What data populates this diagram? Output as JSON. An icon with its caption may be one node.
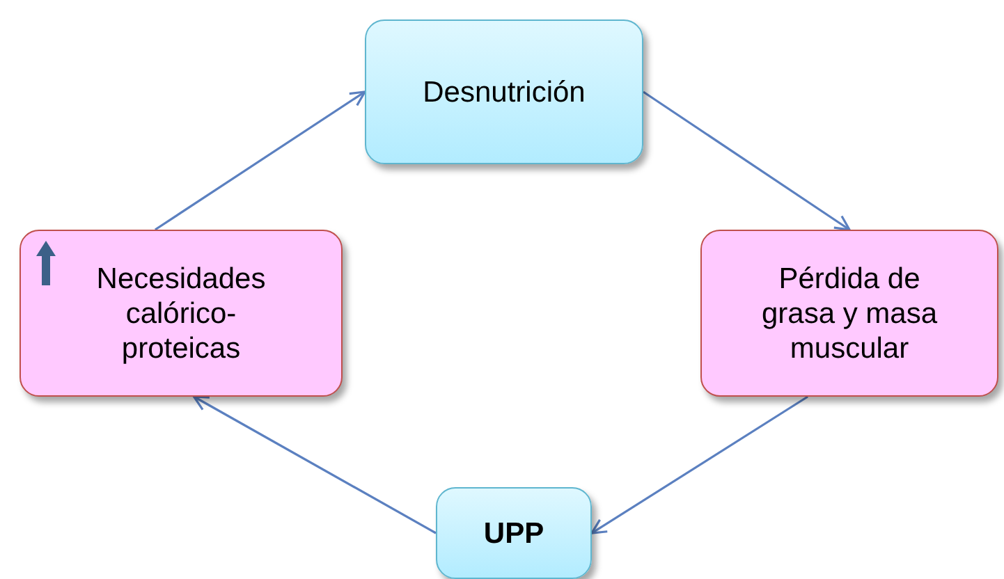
{
  "diagram": {
    "nodes": [
      {
        "text": [
          "Desnutrición"
        ]
      },
      {
        "text": [
          "Pérdida de grasa y masa muscular"
        ]
      },
      {
        "text": [
          "UPP"
        ]
      },
      {
        "text": [
          "Necesidades calórico-proteicas"
        ]
      }
    ],
    "edges": [
      {
        "from": 0,
        "to": 1,
        "arrow": "to"
      },
      {
        "from": 1,
        "to": 2,
        "arrow": "to"
      },
      {
        "from": 2,
        "to": 3,
        "arrow": "to"
      },
      {
        "from": 3,
        "to": 0,
        "arrow": "to"
      }
    ]
  }
}
